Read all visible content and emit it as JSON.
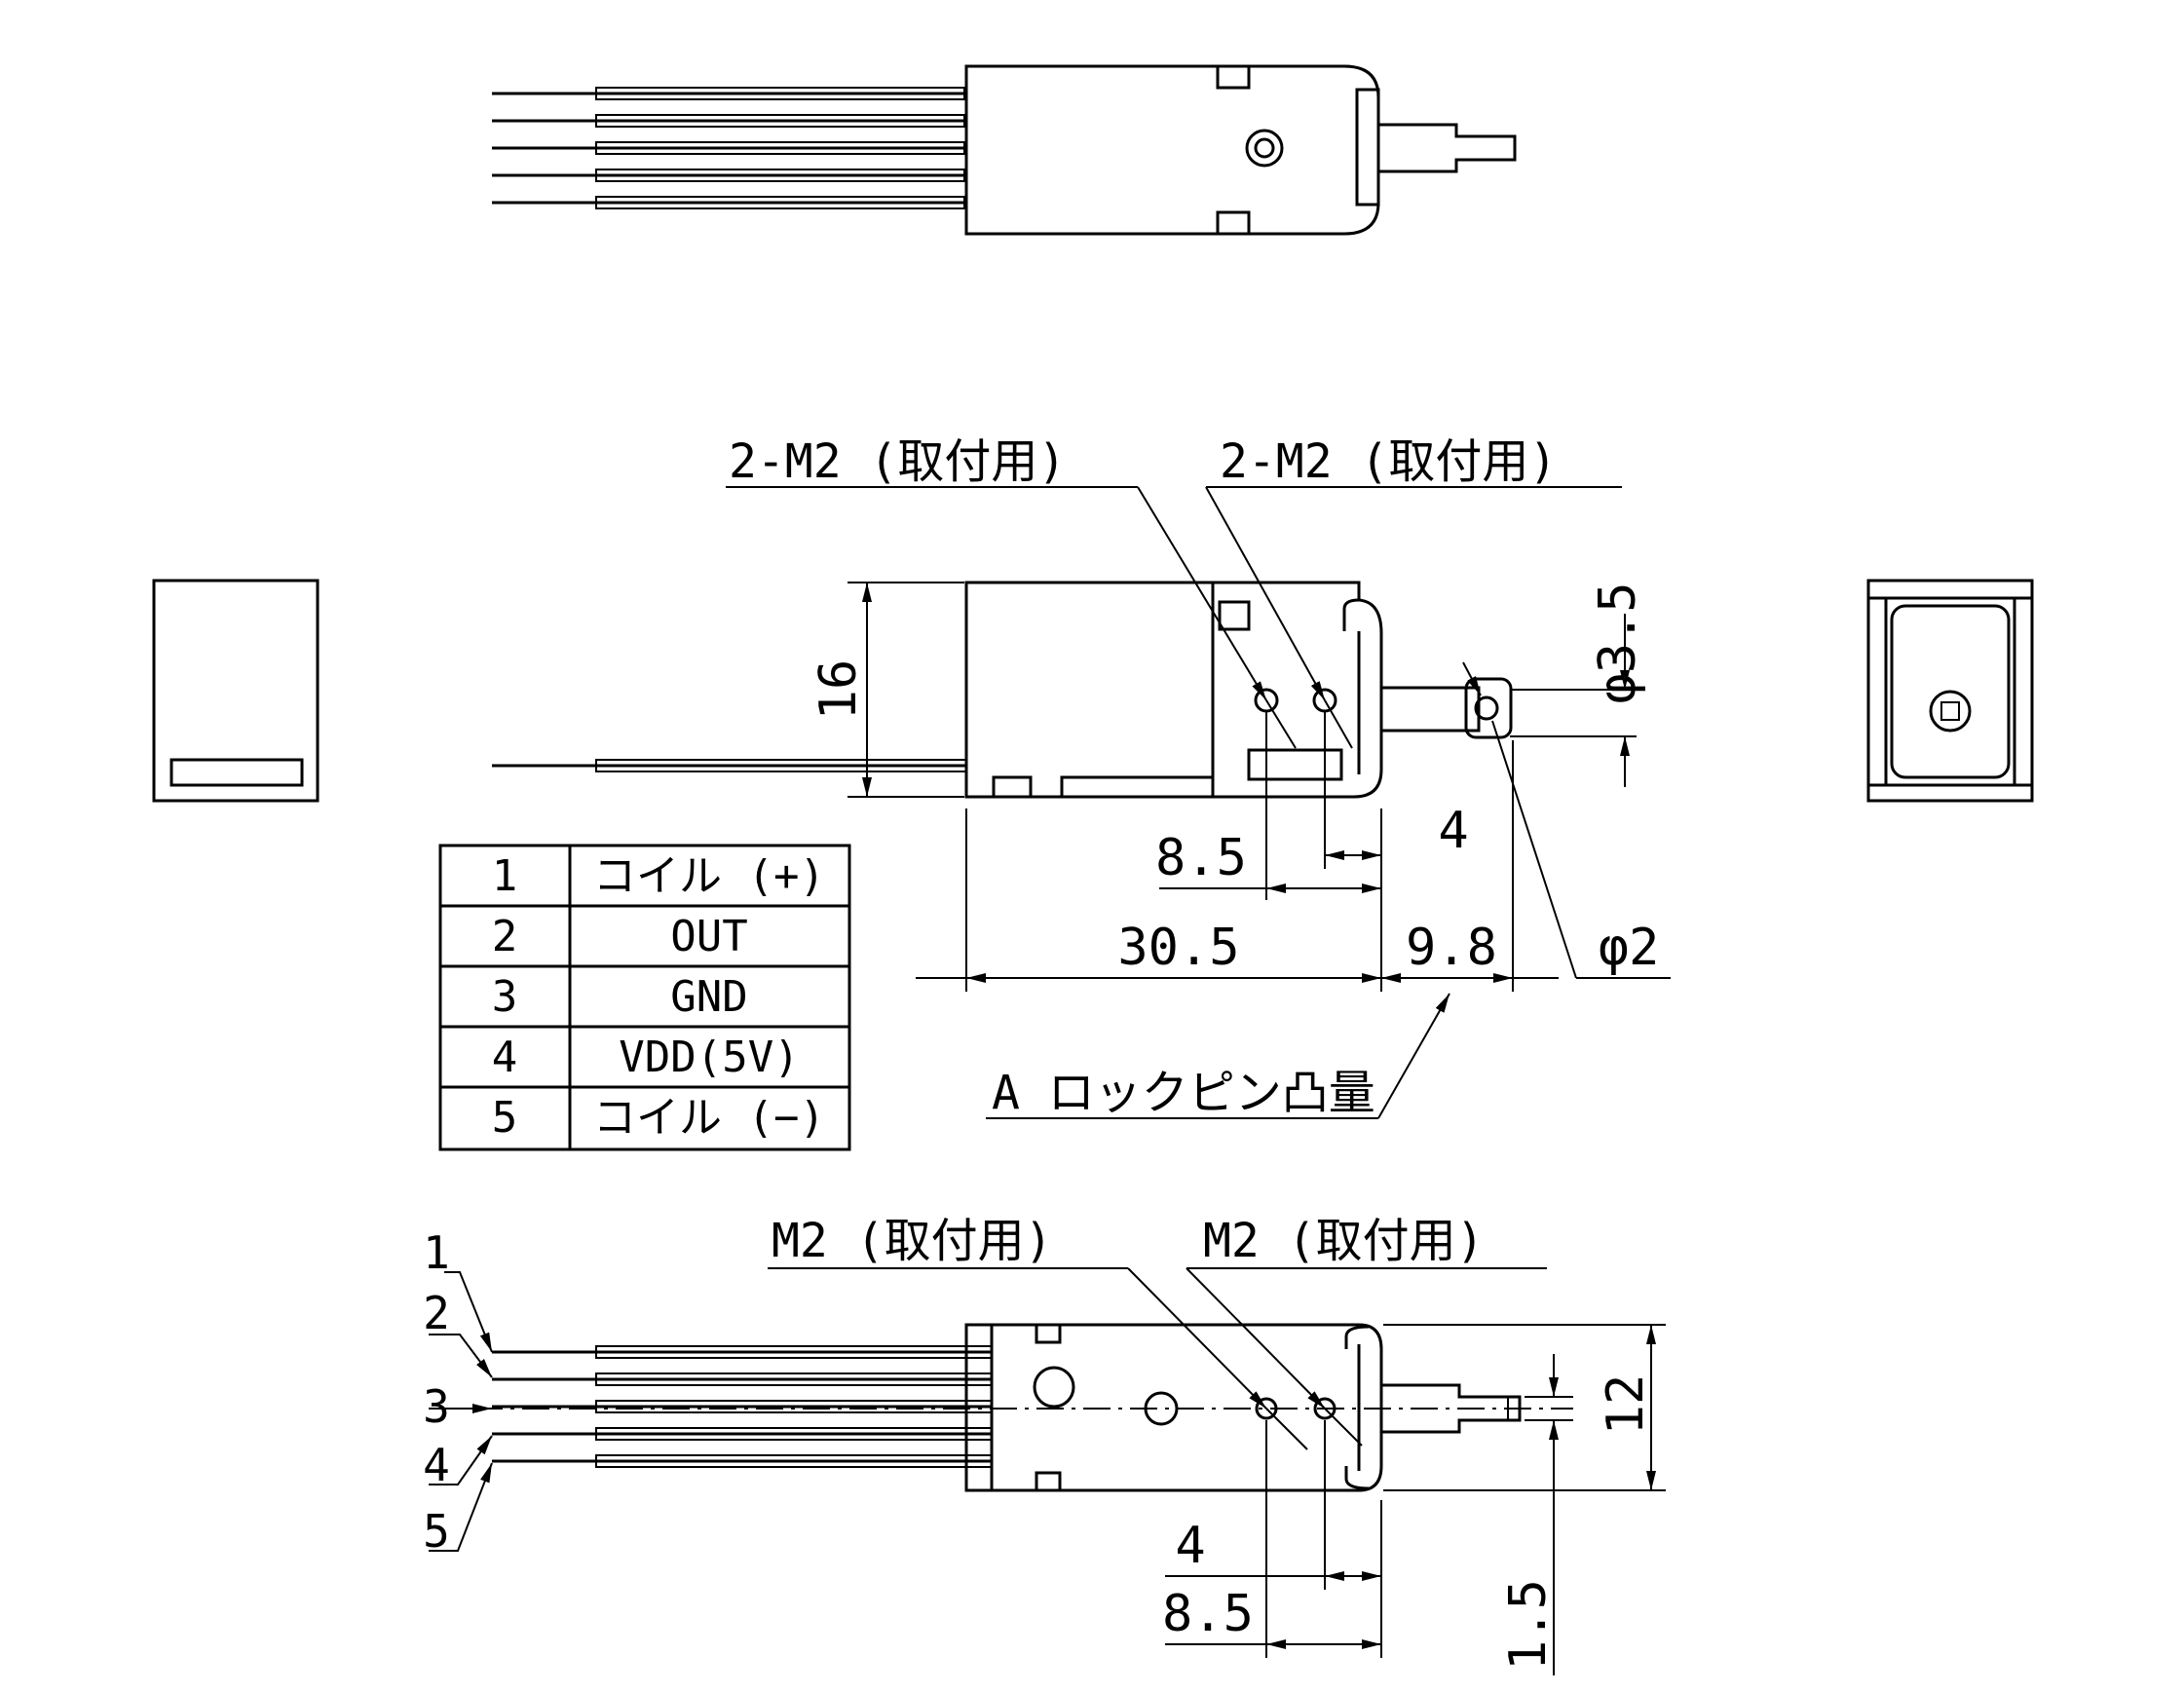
{
  "callouts": {
    "side_mount_left": "2-M2 (取付用)",
    "side_mount_right": "2-M2 (取付用)",
    "bottom_mount_left": "M2 (取付用)",
    "bottom_mount_right": "M2 (取付用)",
    "lock_pin": "A ロックピン凸量"
  },
  "dimensions": {
    "height_16": "16",
    "dia_3_5": "φ3.5",
    "dia_2": "φ2",
    "len_4_side": "4",
    "len_8_5_side": "8.5",
    "len_30_5": "30.5",
    "len_9_8": "9.8",
    "height_12": "12",
    "len_4_bottom": "4",
    "len_8_5_bottom": "8.5",
    "len_1_5": "1.5"
  },
  "pin_table": [
    {
      "no": "1",
      "signal": "コイル (+)"
    },
    {
      "no": "2",
      "signal": "OUT"
    },
    {
      "no": "3",
      "signal": "GND"
    },
    {
      "no": "4",
      "signal": "VDD(5V)"
    },
    {
      "no": "5",
      "signal": "コイル (−)"
    }
  ],
  "wire_labels": [
    "1",
    "2",
    "3",
    "4",
    "5"
  ]
}
